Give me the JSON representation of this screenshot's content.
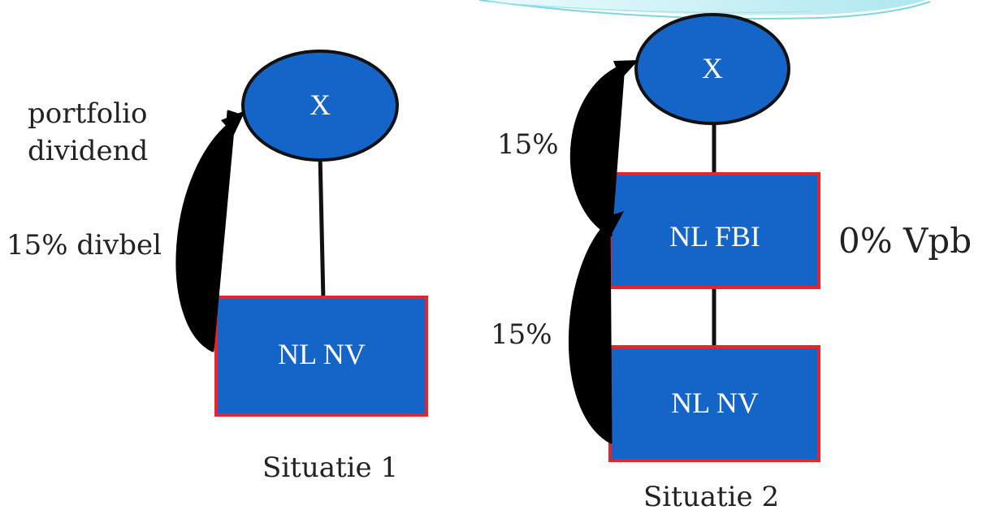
{
  "colors": {
    "node_fill": "#1565C8",
    "node_border_ellipse": "#111111",
    "node_border_rect": "#E8242B",
    "connector": "#111111",
    "arrow": "#000000",
    "text": "#222222",
    "node_text": "#ffffff",
    "banner_light": "#BFEFF5",
    "banner_line": "#7FD3DE"
  },
  "situation1": {
    "caption": "Situatie 1",
    "top_node": "X",
    "bottom_node": "NL NV",
    "label_portfolio_line1": "portfolio",
    "label_portfolio_line2": "dividend",
    "label_divbel": "15% divbel"
  },
  "situation2": {
    "caption": "Situatie 2",
    "top_node": "X",
    "middle_node": "NL FBI",
    "bottom_node": "NL NV",
    "label_upper_pct": "15%",
    "label_lower_pct": "15%",
    "label_vpb": "0% Vpb"
  }
}
